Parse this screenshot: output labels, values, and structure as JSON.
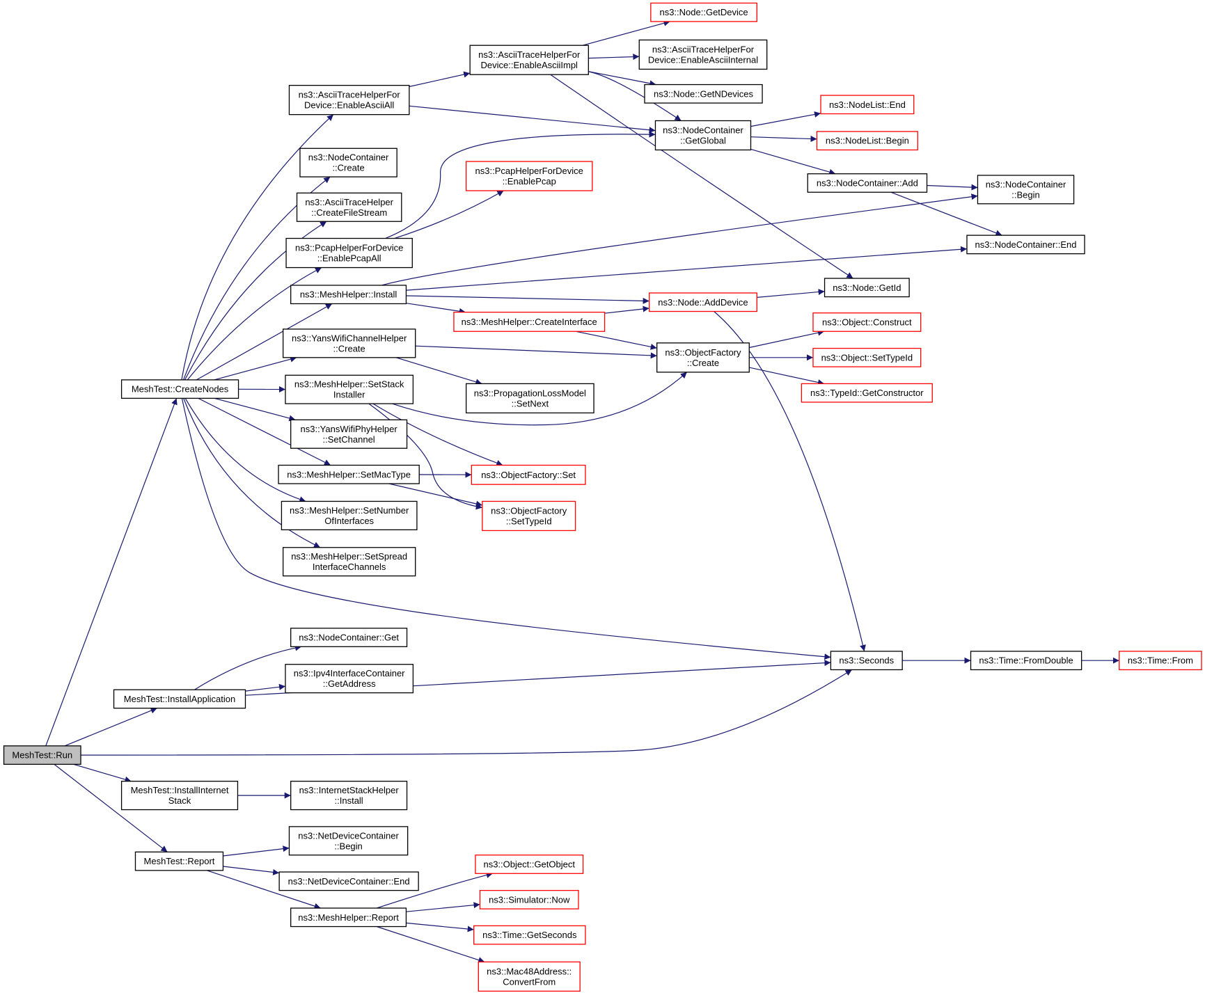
{
  "colors": {
    "edge": "#191970",
    "box_border": "#000000",
    "external_border": "#ff0000",
    "root_fill": "#bfbfbf",
    "box_fill": "#ffffff"
  },
  "nodes": [
    {
      "id": "run",
      "lines": [
        "MeshTest::Run"
      ],
      "kind": "root"
    },
    {
      "id": "createNodes",
      "lines": [
        "MeshTest::CreateNodes"
      ],
      "kind": "normal"
    },
    {
      "id": "installApp",
      "lines": [
        "MeshTest::InstallApplication"
      ],
      "kind": "normal"
    },
    {
      "id": "installInternet",
      "lines": [
        "MeshTest::InstallInternet",
        "Stack"
      ],
      "kind": "normal"
    },
    {
      "id": "report",
      "lines": [
        "MeshTest::Report"
      ],
      "kind": "normal"
    },
    {
      "id": "asciiAll",
      "lines": [
        "ns3::AsciiTraceHelperFor",
        "Device::EnableAsciiAll"
      ],
      "kind": "normal"
    },
    {
      "id": "ncCreate",
      "lines": [
        "ns3::NodeContainer",
        "::Create"
      ],
      "kind": "normal"
    },
    {
      "id": "createFileStream",
      "lines": [
        "ns3::AsciiTraceHelper",
        "::CreateFileStream"
      ],
      "kind": "normal"
    },
    {
      "id": "pcapAll",
      "lines": [
        "ns3::PcapHelperForDevice",
        "::EnablePcapAll"
      ],
      "kind": "normal"
    },
    {
      "id": "meshInstall",
      "lines": [
        "ns3::MeshHelper::Install"
      ],
      "kind": "normal"
    },
    {
      "id": "yansChCreate",
      "lines": [
        "ns3::YansWifiChannelHelper",
        "::Create"
      ],
      "kind": "normal"
    },
    {
      "id": "setStack",
      "lines": [
        "ns3::MeshHelper::SetStack",
        "Installer"
      ],
      "kind": "normal"
    },
    {
      "id": "setChannel",
      "lines": [
        "ns3::YansWifiPhyHelper",
        "::SetChannel"
      ],
      "kind": "normal"
    },
    {
      "id": "setMacType",
      "lines": [
        "ns3::MeshHelper::SetMacType"
      ],
      "kind": "normal"
    },
    {
      "id": "setNumIf",
      "lines": [
        "ns3::MeshHelper::SetNumber",
        "OfInterfaces"
      ],
      "kind": "normal"
    },
    {
      "id": "setSpread",
      "lines": [
        "ns3::MeshHelper::SetSpread",
        "InterfaceChannels"
      ],
      "kind": "normal"
    },
    {
      "id": "ncGet",
      "lines": [
        "ns3::NodeContainer::Get"
      ],
      "kind": "normal"
    },
    {
      "id": "ipv4GetAddr",
      "lines": [
        "ns3::Ipv4InterfaceContainer",
        "::GetAddress"
      ],
      "kind": "normal"
    },
    {
      "id": "ishInstall",
      "lines": [
        "ns3::InternetStackHelper",
        "::Install"
      ],
      "kind": "normal"
    },
    {
      "id": "ndcBegin",
      "lines": [
        "ns3::NetDeviceContainer",
        "::Begin"
      ],
      "kind": "normal"
    },
    {
      "id": "ndcEnd",
      "lines": [
        "ns3::NetDeviceContainer::End"
      ],
      "kind": "normal"
    },
    {
      "id": "meshReport",
      "lines": [
        "ns3::MeshHelper::Report"
      ],
      "kind": "normal"
    },
    {
      "id": "asciiImpl",
      "lines": [
        "ns3::AsciiTraceHelperFor",
        "Device::EnableAsciiImpl"
      ],
      "kind": "normal"
    },
    {
      "id": "pcapDev",
      "lines": [
        "ns3::PcapHelperForDevice",
        "::EnablePcap"
      ],
      "kind": "external"
    },
    {
      "id": "createIf",
      "lines": [
        "ns3::MeshHelper::CreateInterface"
      ],
      "kind": "external"
    },
    {
      "id": "propSetNext",
      "lines": [
        "ns3::PropagationLossModel",
        "::SetNext"
      ],
      "kind": "normal"
    },
    {
      "id": "ofSet",
      "lines": [
        "ns3::ObjectFactory::Set"
      ],
      "kind": "external"
    },
    {
      "id": "ofSetTypeId",
      "lines": [
        "ns3::ObjectFactory",
        "::SetTypeId"
      ],
      "kind": "external"
    },
    {
      "id": "objGetObject",
      "lines": [
        "ns3::Object::GetObject"
      ],
      "kind": "external"
    },
    {
      "id": "simNow",
      "lines": [
        "ns3::Simulator::Now"
      ],
      "kind": "external"
    },
    {
      "id": "timeGetSeconds",
      "lines": [
        "ns3::Time::GetSeconds"
      ],
      "kind": "external"
    },
    {
      "id": "macConvert",
      "lines": [
        "ns3::Mac48Address::",
        "ConvertFrom"
      ],
      "kind": "external"
    },
    {
      "id": "nodeGetDevice",
      "lines": [
        "ns3::Node::GetDevice"
      ],
      "kind": "external"
    },
    {
      "id": "asciiInternal",
      "lines": [
        "ns3::AsciiTraceHelperFor",
        "Device::EnableAsciiInternal"
      ],
      "kind": "normal"
    },
    {
      "id": "nodeGetN",
      "lines": [
        "ns3::Node::GetNDevices"
      ],
      "kind": "normal"
    },
    {
      "id": "ncGetGlobal",
      "lines": [
        "ns3::NodeContainer",
        "::GetGlobal"
      ],
      "kind": "normal"
    },
    {
      "id": "nodeAddDevice",
      "lines": [
        "ns3::Node::AddDevice"
      ],
      "kind": "external"
    },
    {
      "id": "ofCreate",
      "lines": [
        "ns3::ObjectFactory",
        "::Create"
      ],
      "kind": "normal"
    },
    {
      "id": "seconds",
      "lines": [
        "ns3::Seconds"
      ],
      "kind": "normal"
    },
    {
      "id": "nlEnd",
      "lines": [
        "ns3::NodeList::End"
      ],
      "kind": "external"
    },
    {
      "id": "nlBegin",
      "lines": [
        "ns3::NodeList::Begin"
      ],
      "kind": "external"
    },
    {
      "id": "ncAdd",
      "lines": [
        "ns3::NodeContainer::Add"
      ],
      "kind": "normal"
    },
    {
      "id": "ncBegin",
      "lines": [
        "ns3::NodeContainer",
        "::Begin"
      ],
      "kind": "normal"
    },
    {
      "id": "ncEnd",
      "lines": [
        "ns3::NodeContainer::End"
      ],
      "kind": "normal"
    },
    {
      "id": "nodeGetId",
      "lines": [
        "ns3::Node::GetId"
      ],
      "kind": "normal"
    },
    {
      "id": "objConstruct",
      "lines": [
        "ns3::Object::Construct"
      ],
      "kind": "external"
    },
    {
      "id": "objSetTypeId",
      "lines": [
        "ns3::Object::SetTypeId"
      ],
      "kind": "external"
    },
    {
      "id": "typeIdGetCtor",
      "lines": [
        "ns3::TypeId::GetConstructor"
      ],
      "kind": "external"
    },
    {
      "id": "timeFromDouble",
      "lines": [
        "ns3::Time::FromDouble"
      ],
      "kind": "normal"
    },
    {
      "id": "timeFrom",
      "lines": [
        "ns3::Time::From"
      ],
      "kind": "external"
    }
  ],
  "edges": [
    [
      "run",
      "createNodes"
    ],
    [
      "run",
      "installApp"
    ],
    [
      "run",
      "seconds"
    ],
    [
      "run",
      "installInternet"
    ],
    [
      "run",
      "report"
    ],
    [
      "createNodes",
      "asciiAll"
    ],
    [
      "createNodes",
      "ncCreate"
    ],
    [
      "createNodes",
      "createFileStream"
    ],
    [
      "createNodes",
      "pcapAll"
    ],
    [
      "createNodes",
      "meshInstall"
    ],
    [
      "createNodes",
      "yansChCreate"
    ],
    [
      "createNodes",
      "setStack"
    ],
    [
      "createNodes",
      "setChannel"
    ],
    [
      "createNodes",
      "setMacType"
    ],
    [
      "createNodes",
      "setNumIf"
    ],
    [
      "createNodes",
      "setSpread"
    ],
    [
      "createNodes",
      "seconds"
    ],
    [
      "asciiAll",
      "asciiImpl"
    ],
    [
      "asciiAll",
      "ncGetGlobal"
    ],
    [
      "asciiImpl",
      "nodeGetDevice"
    ],
    [
      "asciiImpl",
      "asciiInternal"
    ],
    [
      "asciiImpl",
      "nodeGetN"
    ],
    [
      "asciiImpl",
      "ncGetGlobal"
    ],
    [
      "asciiImpl",
      "nodeGetId"
    ],
    [
      "ncGetGlobal",
      "nlEnd"
    ],
    [
      "ncGetGlobal",
      "nlBegin"
    ],
    [
      "ncGetGlobal",
      "ncAdd"
    ],
    [
      "ncAdd",
      "ncBegin"
    ],
    [
      "ncAdd",
      "ncEnd"
    ],
    [
      "pcapAll",
      "ncGetGlobal"
    ],
    [
      "pcapAll",
      "pcapDev"
    ],
    [
      "meshInstall",
      "ncBegin"
    ],
    [
      "meshInstall",
      "ncEnd"
    ],
    [
      "meshInstall",
      "nodeAddDevice"
    ],
    [
      "meshInstall",
      "createIf"
    ],
    [
      "createIf",
      "nodeAddDevice"
    ],
    [
      "createIf",
      "ofCreate"
    ],
    [
      "nodeAddDevice",
      "nodeGetId"
    ],
    [
      "nodeAddDevice",
      "seconds"
    ],
    [
      "yansChCreate",
      "ofCreate"
    ],
    [
      "yansChCreate",
      "propSetNext"
    ],
    [
      "setStack",
      "ofCreate"
    ],
    [
      "setStack",
      "ofSet"
    ],
    [
      "setStack",
      "ofSetTypeId"
    ],
    [
      "ofCreate",
      "objConstruct"
    ],
    [
      "ofCreate",
      "objSetTypeId"
    ],
    [
      "ofCreate",
      "typeIdGetCtor"
    ],
    [
      "setMacType",
      "ofSet"
    ],
    [
      "setMacType",
      "ofSetTypeId"
    ],
    [
      "installApp",
      "ncGet"
    ],
    [
      "installApp",
      "ipv4GetAddr"
    ],
    [
      "installApp",
      "seconds"
    ],
    [
      "installInternet",
      "ishInstall"
    ],
    [
      "report",
      "ndcBegin"
    ],
    [
      "report",
      "ndcEnd"
    ],
    [
      "report",
      "meshReport"
    ],
    [
      "meshReport",
      "objGetObject"
    ],
    [
      "meshReport",
      "simNow"
    ],
    [
      "meshReport",
      "timeGetSeconds"
    ],
    [
      "meshReport",
      "macConvert"
    ],
    [
      "seconds",
      "timeFromDouble"
    ],
    [
      "timeFromDouble",
      "timeFrom"
    ]
  ]
}
